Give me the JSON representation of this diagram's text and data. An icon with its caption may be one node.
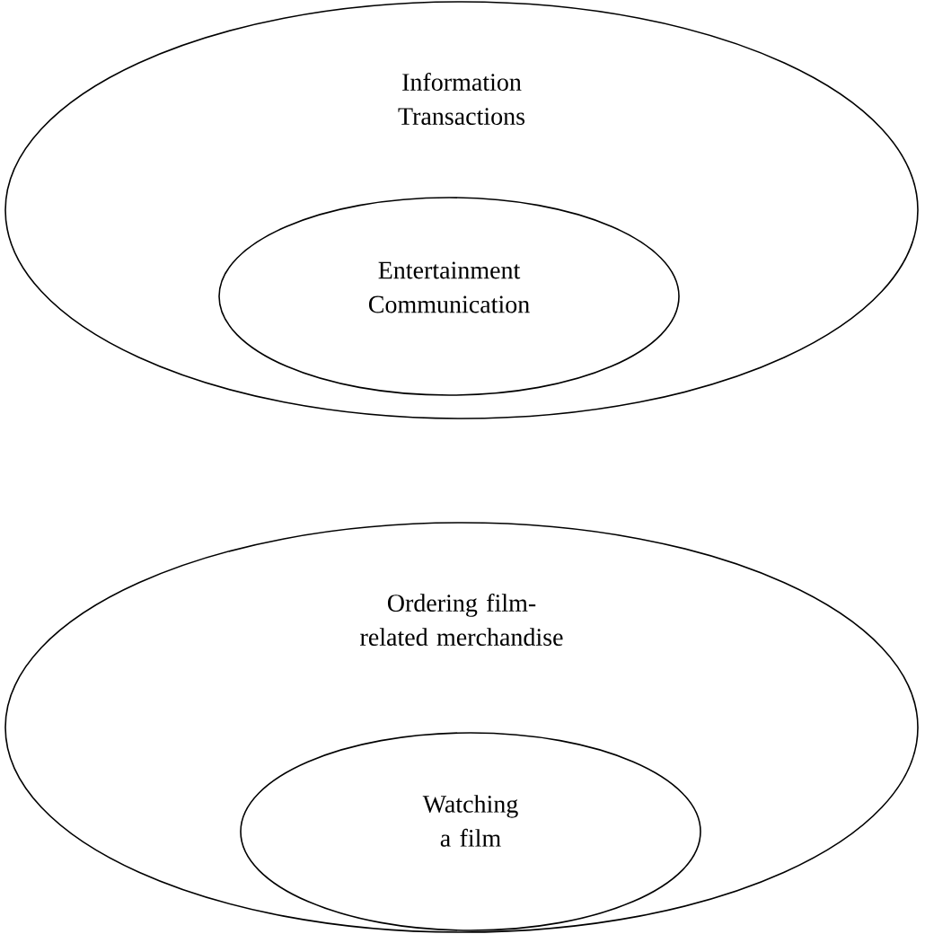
{
  "diagram": {
    "nodes": [
      {
        "text": [
          "Information Transactions"
        ]
      },
      {
        "text": [
          "Entertainment Communication"
        ],
        "in": 0
      },
      {
        "text": [
          "Ordering film-related merchandise"
        ]
      },
      {
        "text": [
          "Watching a film"
        ],
        "in": 2
      }
    ]
  }
}
